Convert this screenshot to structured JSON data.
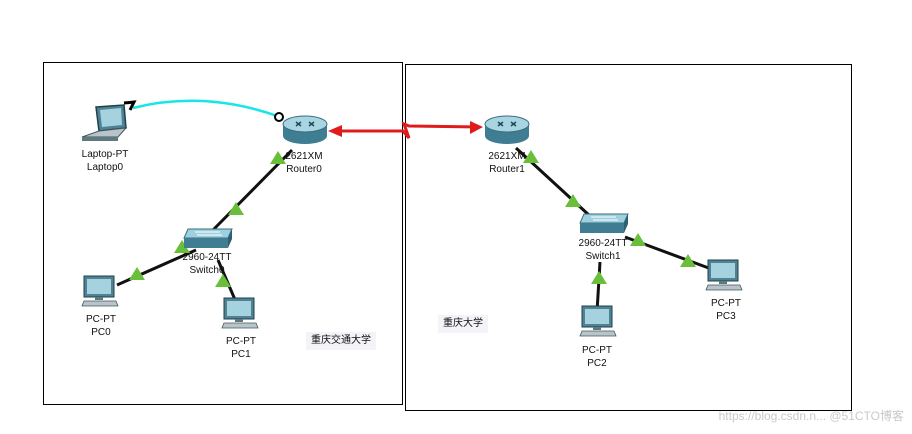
{
  "areas": [
    {
      "note": "重庆交通大学"
    },
    {
      "note": "重庆大学"
    }
  ],
  "devices": {
    "laptop0": {
      "model": "Laptop-PT",
      "name": "Laptop0"
    },
    "router0": {
      "model": "2621XM",
      "name": "Router0"
    },
    "router1": {
      "model": "2621XM",
      "name": "Router1"
    },
    "switch0": {
      "model": "2960-24TT",
      "name": "Switch0"
    },
    "switch1": {
      "model": "2960-24TT",
      "name": "Switch1"
    },
    "pc0": {
      "model": "PC-PT",
      "name": "PC0"
    },
    "pc1": {
      "model": "PC-PT",
      "name": "PC1"
    },
    "pc2": {
      "model": "PC-PT",
      "name": "PC2"
    },
    "pc3": {
      "model": "PC-PT",
      "name": "PC3"
    }
  },
  "links": [
    {
      "from": "laptop0",
      "to": "router0",
      "type": "console",
      "color": "#18e6e6"
    },
    {
      "from": "router0",
      "to": "router1",
      "type": "serial",
      "color": "#e01b1b",
      "status": "down"
    },
    {
      "from": "router0",
      "to": "switch0",
      "type": "ethernet",
      "color": "#111111",
      "status": "up"
    },
    {
      "from": "switch0",
      "to": "pc0",
      "type": "ethernet",
      "color": "#111111",
      "status": "up"
    },
    {
      "from": "switch0",
      "to": "pc1",
      "type": "ethernet",
      "color": "#111111",
      "status": "up"
    },
    {
      "from": "router1",
      "to": "switch1",
      "type": "ethernet",
      "color": "#111111",
      "status": "up"
    },
    {
      "from": "switch1",
      "to": "pc2",
      "type": "ethernet",
      "color": "#111111",
      "status": "up"
    },
    {
      "from": "switch1",
      "to": "pc3",
      "type": "ethernet",
      "color": "#111111",
      "status": "up"
    }
  ],
  "colors": {
    "link_up": "#6abf3a",
    "link_down": "#e01b1b",
    "console": "#18e6e6"
  },
  "watermark": "https://blog.csdn.n... @51CTO博客"
}
